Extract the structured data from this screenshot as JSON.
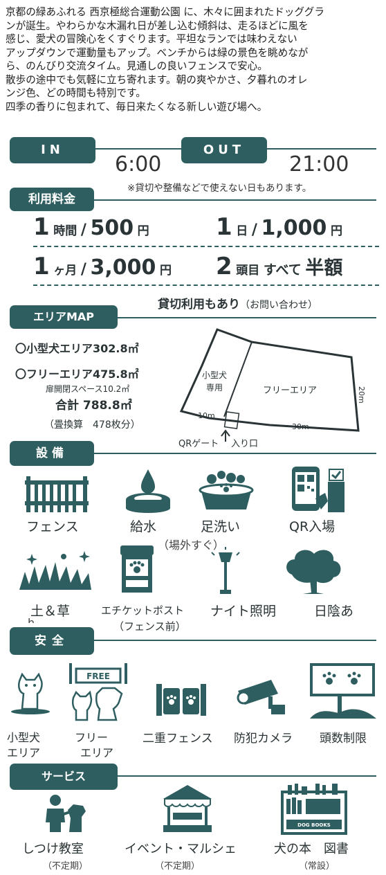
{
  "intro": [
    "京都の緑あふれる 西京極総合運動公園 に、木々に囲まれたドッググラ",
    "ンが誕生。やわらかな木漏れ日が差し込む傾斜は、走るほどに風を",
    "感じ、愛犬の冒険心をくすぐります。平坦なランでは味わえない",
    "アップダウンで運動量もアップ。ベンチからは緑の景色を眺めなが",
    "ら、のんびり交流タイム。見通しの良いフェンスで安心。",
    "散歩の途中でも気軽に立ち寄れます。朝の爽やかさ、夕暮れのオレ",
    "ンジ色、どの時間も特別です。",
    "四季の香りに包まれて、毎日来たくなる新しい遊び場へ。"
  ],
  "hours": {
    "in_label": "IN",
    "out_label": "OUT",
    "open": "6:00",
    "close": "21:00",
    "note": "※貸切や整備などで使えない日もあります。"
  },
  "fees": {
    "title": "利用料金",
    "hour_num": "1",
    "hour_unit": "時間",
    "hour_price": "500",
    "day_num": "1",
    "day_unit": "日",
    "day_price": "1,000",
    "month_num": "1",
    "month_unit": "ヶ月",
    "month_price": "3,000",
    "yen": "円",
    "slash": "/",
    "second_num": "2",
    "second_unit": "頭目",
    "second_all": "すべて",
    "second_half": "半額",
    "charter": "貸切利用もあり",
    "charter_note": "（お問い合わせ）"
  },
  "map": {
    "title": "エリアMAP",
    "small_area": "〇小型犬エリア302.8㎡",
    "free_area": "〇フリーエリア475.8㎡",
    "door_space": "扉開閉スペース10.2㎡",
    "total": "合計 788.8㎡",
    "tatami": "（畳換算　478枚分）",
    "small_label_1": "小型犬",
    "small_label_2": "専用",
    "free_label": "フリーエリア",
    "dim_10": "10m",
    "dim_30": "30m",
    "dim_20": "20m",
    "gate": "QRゲート",
    "entrance": "入り口"
  },
  "facilities": {
    "title": "設備",
    "fence": "フェンス",
    "water": "給水",
    "water_note": "（場外すぐ）",
    "footwash": "足洗い",
    "qr": "QR入場",
    "grass": "土＆草",
    "grass_clip": "h",
    "etiquette": "エチケットポスト",
    "etiquette_note": "（フェンス前）",
    "light": "ナイト照明",
    "shade": "日陰あ"
  },
  "safety": {
    "title": "安全",
    "small_1": "小型犬",
    "small_2": "エリア",
    "free_1": "フリー",
    "free_2": "エリア",
    "free_sign": "FREE",
    "double_fence": "二重フェンス",
    "camera": "防犯カメラ",
    "limit": "頭数制限"
  },
  "service": {
    "title": "サービス",
    "training": "しつけ教室",
    "training_note": "（不定期）",
    "event": "イベント・マルシェ",
    "event_note": "（不定期）",
    "library": "犬の本　図書",
    "library_note": "（常設）",
    "book_sign": "DOG BOOKS"
  },
  "colors": {
    "accent": "#2f5e60",
    "text": "#2a3335"
  }
}
